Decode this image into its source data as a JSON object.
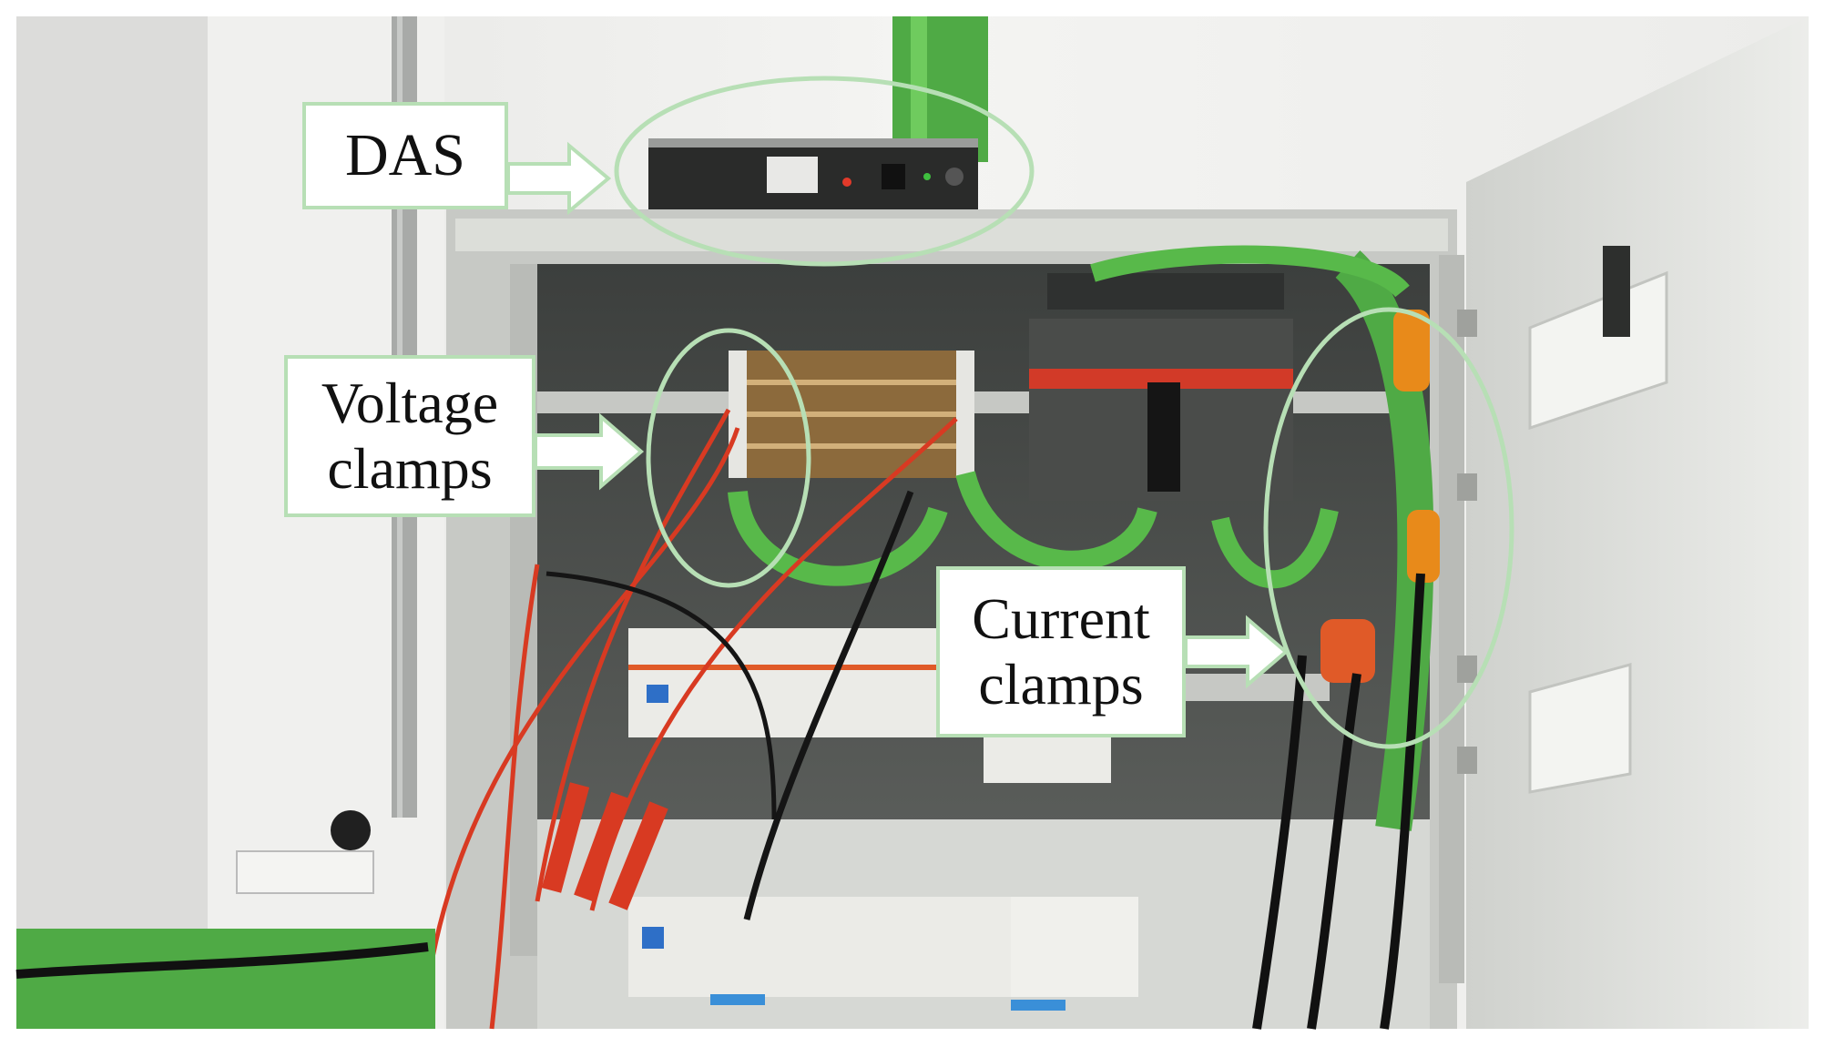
{
  "annotations": {
    "das": "DAS",
    "voltage_clamps": "Voltage\nclamps",
    "current_clamps": "Current\nclamps"
  },
  "colors": {
    "annotation_green": "#b7dfb5",
    "cable_green": "#58b94a",
    "probe_red": "#d83a22",
    "breaker_orange": "#e05a28",
    "panel_grey": "#d8dad6",
    "clamp_orange": "#e88a1a"
  }
}
